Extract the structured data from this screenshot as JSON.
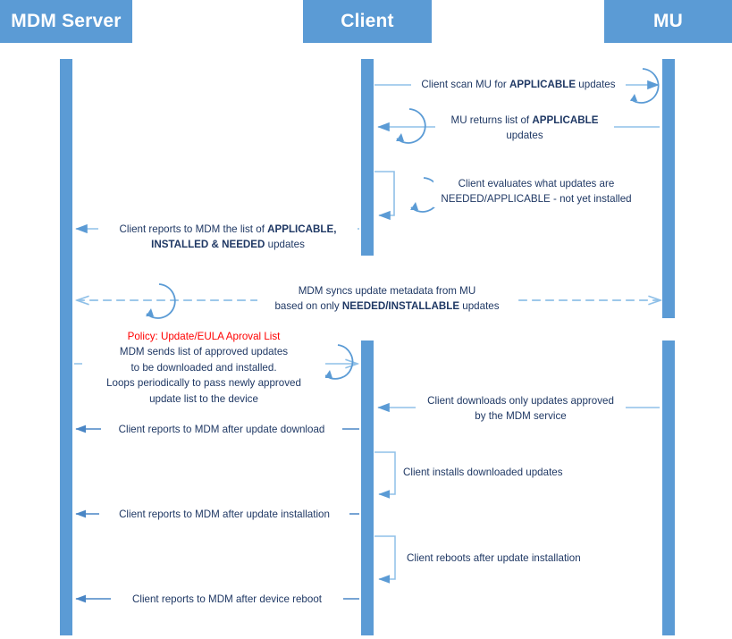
{
  "diagram": {
    "title": "MDM / Client / MU update sequence",
    "colors": {
      "actor_fill": "#5b9bd5",
      "actor_text": "#ffffff",
      "line": "#5b9bd5",
      "label_text": "#1f3864",
      "policy_text": "#ff0000"
    }
  },
  "actors": [
    {
      "id": "mdm",
      "label": "MDM Server"
    },
    {
      "id": "client",
      "label": "Client"
    },
    {
      "id": "mu",
      "label": "MU"
    }
  ],
  "messages": [
    {
      "id": "m1",
      "from": "client",
      "to": "mu",
      "style": "solid",
      "loop": true,
      "lines": [
        [
          {
            "t": "Client scan MU for ",
            "b": false
          },
          {
            "t": "APPLICABLE",
            "b": true
          },
          {
            "t": " updates",
            "b": false
          }
        ]
      ]
    },
    {
      "id": "m2",
      "from": "mu",
      "to": "client",
      "style": "solid",
      "loop": true,
      "lines": [
        [
          {
            "t": "MU returns list of ",
            "b": false
          },
          {
            "t": "APPLICABLE",
            "b": true
          }
        ],
        [
          {
            "t": "updates",
            "b": false
          }
        ]
      ]
    },
    {
      "id": "m3",
      "from": "client",
      "to": "client",
      "style": "self",
      "loop": true,
      "lines": [
        [
          {
            "t": "Client evaluates what updates are",
            "b": false
          }
        ],
        [
          {
            "t": "NEEDED/APPLICABLE - not yet installed",
            "b": false
          }
        ]
      ]
    },
    {
      "id": "m4",
      "from": "client",
      "to": "mdm",
      "style": "solid",
      "loop": false,
      "lines": [
        [
          {
            "t": "Client reports to MDM the list of ",
            "b": false
          },
          {
            "t": "APPLICABLE,",
            "b": true
          }
        ],
        [
          {
            "t": "INSTALLED & NEEDED",
            "b": true
          },
          {
            "t": " updates",
            "b": false
          }
        ]
      ]
    },
    {
      "id": "m5",
      "from": "mu",
      "to": "mdm",
      "style": "dashed-bidirectional",
      "loop": true,
      "lines": [
        [
          {
            "t": "MDM syncs update metadata from MU",
            "b": false
          }
        ],
        [
          {
            "t": "based on only ",
            "b": false
          },
          {
            "t": "NEEDED/INSTALLABLE",
            "b": true
          },
          {
            "t": " updates",
            "b": false
          }
        ]
      ]
    },
    {
      "id": "m6",
      "from": "mdm",
      "to": "client",
      "style": "solid",
      "loop": true,
      "policy": "Policy: Update/EULA Aproval List",
      "lines": [
        [
          {
            "t": "MDM sends list of approved updates",
            "b": false
          }
        ],
        [
          {
            "t": "to be downloaded and installed.",
            "b": false
          }
        ],
        [
          {
            "t": "Loops periodically to pass newly approved",
            "b": false
          }
        ],
        [
          {
            "t": "update list to the device",
            "b": false
          }
        ]
      ]
    },
    {
      "id": "m7",
      "from": "mu",
      "to": "client",
      "style": "solid",
      "loop": false,
      "lines": [
        [
          {
            "t": "Client downloads only updates approved",
            "b": false
          }
        ],
        [
          {
            "t": "by the MDM service",
            "b": false
          }
        ]
      ]
    },
    {
      "id": "m8",
      "from": "client",
      "to": "mdm",
      "style": "solid",
      "loop": false,
      "lines": [
        [
          {
            "t": "Client reports to MDM after update download",
            "b": false
          }
        ]
      ]
    },
    {
      "id": "m9",
      "from": "client",
      "to": "client",
      "style": "self",
      "loop": false,
      "lines": [
        [
          {
            "t": "Client installs downloaded updates",
            "b": false
          }
        ]
      ]
    },
    {
      "id": "m10",
      "from": "client",
      "to": "mdm",
      "style": "solid",
      "loop": false,
      "lines": [
        [
          {
            "t": "Client reports to MDM after update installation",
            "b": false
          }
        ]
      ]
    },
    {
      "id": "m11",
      "from": "client",
      "to": "client",
      "style": "self",
      "loop": false,
      "lines": [
        [
          {
            "t": "Client reboots after update installation",
            "b": false
          }
        ]
      ]
    },
    {
      "id": "m12",
      "from": "client",
      "to": "mdm",
      "style": "solid",
      "loop": false,
      "lines": [
        [
          {
            "t": "Client reports to MDM after device reboot",
            "b": false
          }
        ]
      ]
    }
  ],
  "labels": {
    "m1_text": "Client scan MU for APPLICABLE updates",
    "m2_text": "MU returns list of APPLICABLE updates",
    "m3_text": "Client evaluates what updates are NEEDED/APPLICABLE - not yet installed",
    "m4_text": "Client reports to MDM the list of APPLICABLE, INSTALLED & NEEDED updates",
    "m5_text": "MDM syncs update metadata from MU based on only NEEDED/INSTALLABLE updates",
    "m6_policy": "Policy: Update/EULA Aproval List",
    "m6_text": "MDM sends list of approved updates to be downloaded and installed. Loops periodically to pass newly approved update list to the device",
    "m7_text": "Client downloads only updates approved by the MDM service",
    "m8_text": "Client reports to MDM after update download",
    "m9_text": "Client installs downloaded updates",
    "m10_text": "Client reports to MDM after update installation",
    "m11_text": "Client reboots after update installation",
    "m12_text": "Client reports to MDM after device reboot"
  }
}
